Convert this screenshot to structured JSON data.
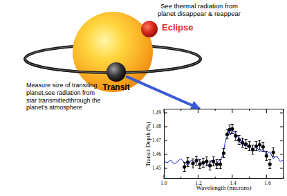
{
  "diagram": {
    "nodes": [
      {
        "text": [
          "Eclipse"
        ]
      },
      {
        "text": [
          "Transit"
        ]
      },
      {
        "text": [
          "Transit Depth (%)",
          "Wavelength (microns)"
        ]
      }
    ],
    "edges": [
      {
        "from": 1,
        "to": 2,
        "arrow": "to"
      }
    ],
    "labels": [
      "See thermal radiation from planet disappear & reappear",
      "Measure size of transiting planet,see radiation from star transmittedthrough the planet's atmosphere",
      "1.49",
      "1.48",
      "1.47",
      "1.46",
      "1.45",
      "1.0",
      "1.2",
      "1.4",
      "1.6"
    ]
  }
}
